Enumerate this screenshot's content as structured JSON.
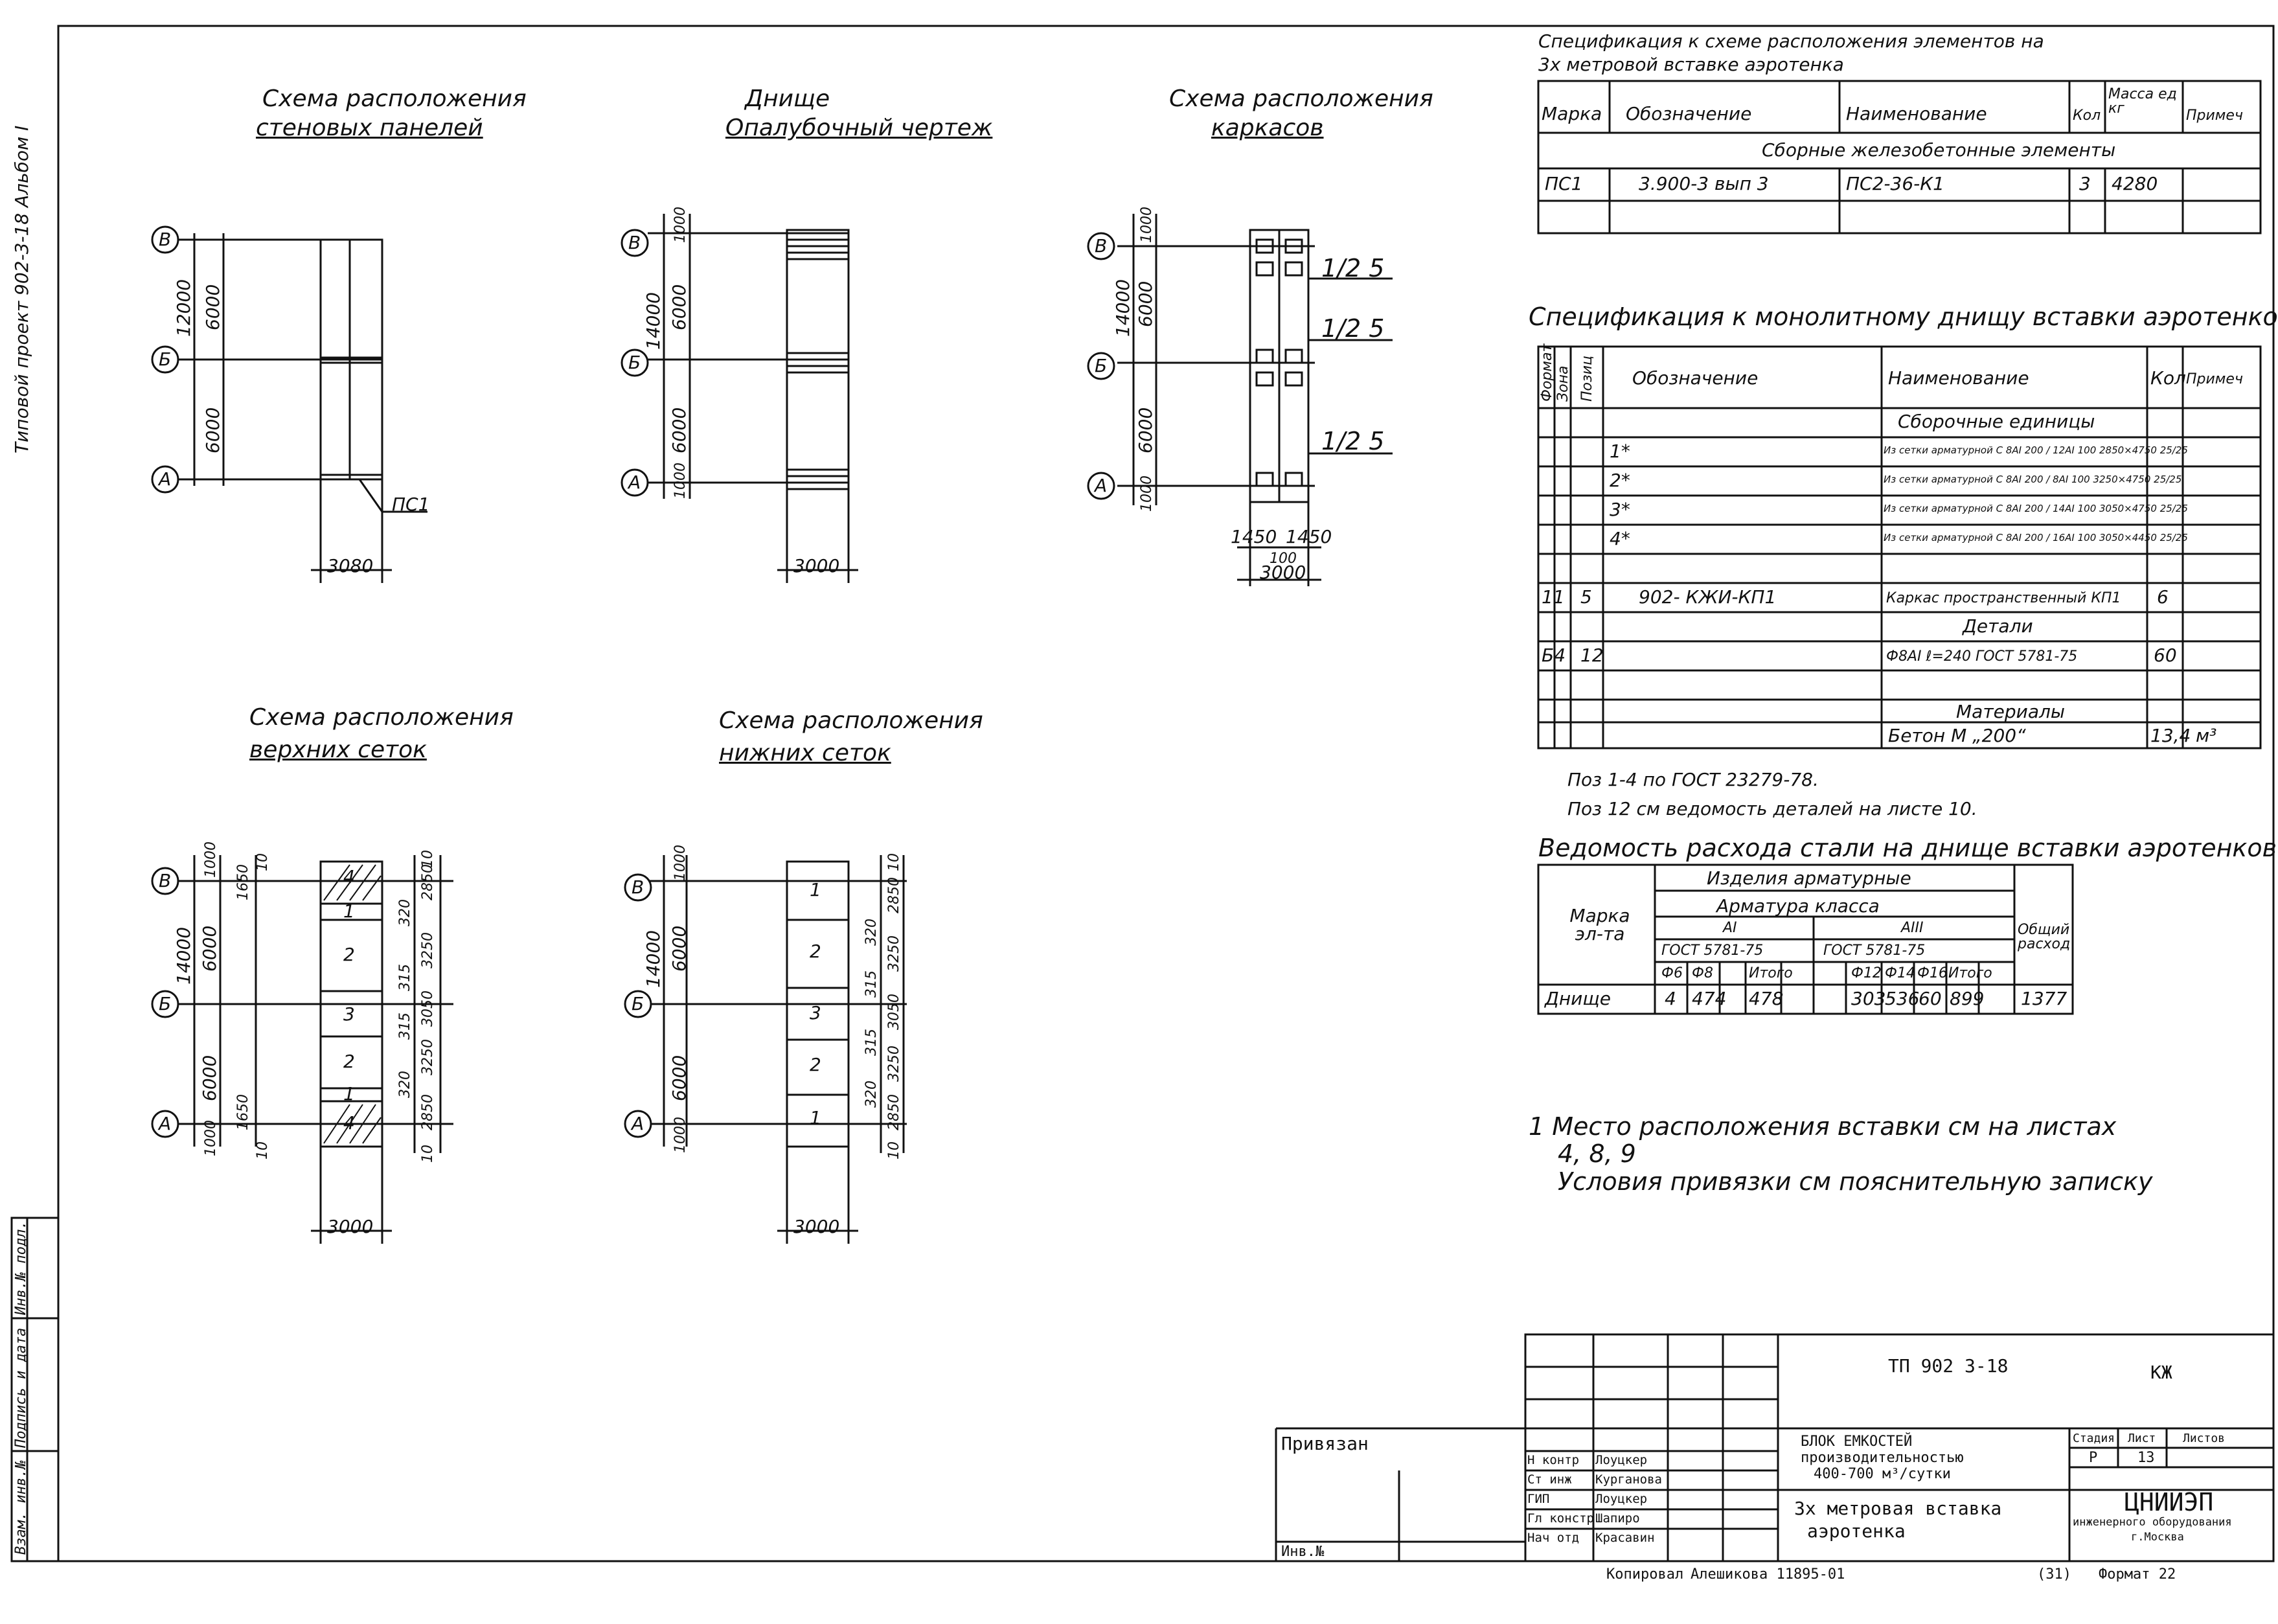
{
  "side": {
    "album_text": "Типовой проект 902-3-18 Альбом I",
    "stamp_cells": [
      "Инв.№ подл.",
      "Подпись и дата",
      "Взам. инв.№"
    ]
  },
  "schemes": {
    "wall": {
      "title1": "Схема расположения",
      "title2": "стеновых панелей",
      "axes": [
        "В",
        "Б",
        "А"
      ],
      "dims": [
        "12000",
        "6000",
        "6000"
      ],
      "width": "3080",
      "mark": "ПС1"
    },
    "bottom": {
      "title1": "Днище",
      "title2": "Опалубочный чертеж",
      "axes": [
        "В",
        "Б",
        "А"
      ],
      "dims": [
        "14000",
        "6000",
        "6000",
        "1000",
        "1000"
      ],
      "width": "3000"
    },
    "frames": {
      "title1": "Схема расположения",
      "title2": "каркасов",
      "axes": [
        "В",
        "Б",
        "А"
      ],
      "dims": [
        "14000",
        "6000",
        "6000",
        "1000",
        "1000"
      ],
      "marks": [
        "1/2 5",
        "1/2 5",
        "1/2 5"
      ],
      "widths": [
        "1450",
        "1450",
        "100",
        "3000"
      ]
    },
    "top_mesh": {
      "title1": "Схема расположения",
      "title2": "верхних сеток",
      "axes": [
        "В",
        "Б",
        "А"
      ],
      "dims": [
        "14000",
        "6000",
        "6000",
        "1000",
        "1000",
        "1650",
        "1650",
        "10",
        "10"
      ],
      "cells": [
        "4",
        "1",
        "2",
        "3",
        "2",
        "1",
        "4"
      ],
      "rdims": [
        "2850",
        "320",
        "3250",
        "315",
        "3050",
        "315",
        "3250",
        "320",
        "2850",
        "10",
        "10"
      ],
      "width": "3000"
    },
    "bot_mesh": {
      "title1": "Схема расположения",
      "title2": "нижних сеток",
      "axes": [
        "В",
        "Б",
        "А"
      ],
      "dims": [
        "14000",
        "6000",
        "6000",
        "1000",
        "1000"
      ],
      "cells": [
        "1",
        "2",
        "3",
        "2",
        "1"
      ],
      "rdims": [
        "10",
        "2850",
        "320",
        "3250",
        "315",
        "3050",
        "315",
        "3250",
        "320",
        "2850",
        "10"
      ],
      "width": "3000"
    }
  },
  "spec1": {
    "title1": "Спецификация к схеме расположения элементов на",
    "title2": "3х метровой вставке аэротенка",
    "headers": [
      "Марка",
      "Обозначение",
      "Наименование",
      "Кол",
      "Масса ед кг",
      "Примеч"
    ],
    "section": "Сборные железобетонные элементы",
    "rows": [
      [
        "ПС1",
        "3.900-3 вып 3",
        "ПС2-36-К1",
        "3",
        "4280",
        ""
      ]
    ]
  },
  "spec2": {
    "title": "Спецификация к монолитному днищу вставки аэротенков",
    "headers": [
      "Формат",
      "Зона",
      "Позиц",
      "Обозначение",
      "Наименование",
      "Кол",
      "Примеч"
    ],
    "sec1": "Сборочные единицы",
    "rows": [
      [
        "",
        "",
        "1*",
        "",
        "Из сетки арматурной С 8АI 200 / 12АI 100 2850×4750 25/25",
        "",
        ""
      ],
      [
        "",
        "",
        "2*",
        "",
        "Из сетки арматурной С 8АI 200 / 8АI 100 3250×4750 25/25",
        "",
        ""
      ],
      [
        "",
        "",
        "3*",
        "",
        "Из сетки арматурной С 8АI 200 / 14АI 100 3050×4750 25/25",
        "",
        ""
      ],
      [
        "",
        "",
        "4*",
        "",
        "Из сетки арматурной С 8АI 200 / 16АI 100 3050×4450 25/25",
        "",
        ""
      ],
      [
        "",
        "",
        "",
        "",
        "",
        "",
        ""
      ],
      [
        "11",
        "",
        "5",
        "902-   КЖИ-КП1",
        "Каркас пространственный КП1",
        "6",
        ""
      ],
      [
        "",
        "",
        "",
        "",
        "Детали",
        "",
        ""
      ],
      [
        "Б4",
        "",
        "12",
        "",
        "Ф8АI ℓ=240 ГОСТ 5781-75",
        "60",
        ""
      ],
      [
        "",
        "",
        "",
        "",
        "",
        "",
        ""
      ],
      [
        "",
        "",
        "",
        "",
        "Материалы",
        "",
        ""
      ],
      [
        "",
        "",
        "",
        "",
        "Бетон М „200“",
        "13,4",
        "м³"
      ]
    ]
  },
  "notes1": [
    "Поз 1-4 по ГОСТ 23279-78.",
    "Поз 12 см ведомость деталей на листе 10."
  ],
  "steel": {
    "title": "Ведомость расхода стали на днище вставки аэротенков",
    "h_products": "Изделия арматурные",
    "h_class": "Арматура класса",
    "h_mark": "Марка эл-та",
    "h_total": "Общий расход",
    "c1": "АI",
    "c2": "АIII",
    "g1": "ГОСТ 5781-75",
    "g2": "ГОСТ 5781-75",
    "sub": [
      "Ф6",
      "Ф8",
      "",
      "Итого",
      "",
      "Ф12",
      "Ф14",
      "Ф16",
      "Итого"
    ],
    "row": [
      "Днище",
      "4",
      "474",
      "",
      "478",
      "",
      "303",
      "536",
      "60",
      "899",
      "1377"
    ]
  },
  "notes2": [
    "1 Место расположения вставки см на листах",
    "4, 8, 9",
    "Условия привязки см пояснительную записку"
  ],
  "stamp": {
    "code": "ТП 902 3-18",
    "kzh": "КЖ",
    "privyazan": "Привязан",
    "inv": "Инв.№",
    "title1": "БЛОК ЕМКОСТЕЙ",
    "title2": "производительностью",
    "title3": "400-700 м³/сутки",
    "sheet1": "3х метровая вставка",
    "sheet2": "аэротенка",
    "stadia_h": "Стадия",
    "list_h": "Лист",
    "listov_h": "Листов",
    "stadia": "Р",
    "list": "13",
    "org1": "ЦНИИЭП",
    "org2": "инженерного оборудования",
    "org3": "г.Москва",
    "roles": [
      "Н контр",
      "Ст инж",
      "ГИП",
      "Гл констр",
      "Нач отд"
    ],
    "names": [
      "Лоуцкер",
      "Курганова",
      "Лоуцкер",
      "Шапиро",
      "Красавин"
    ],
    "copied": "Копировал",
    "copier": "Алешикова 11895-01",
    "num": "(31)",
    "format": "Формат 22"
  }
}
